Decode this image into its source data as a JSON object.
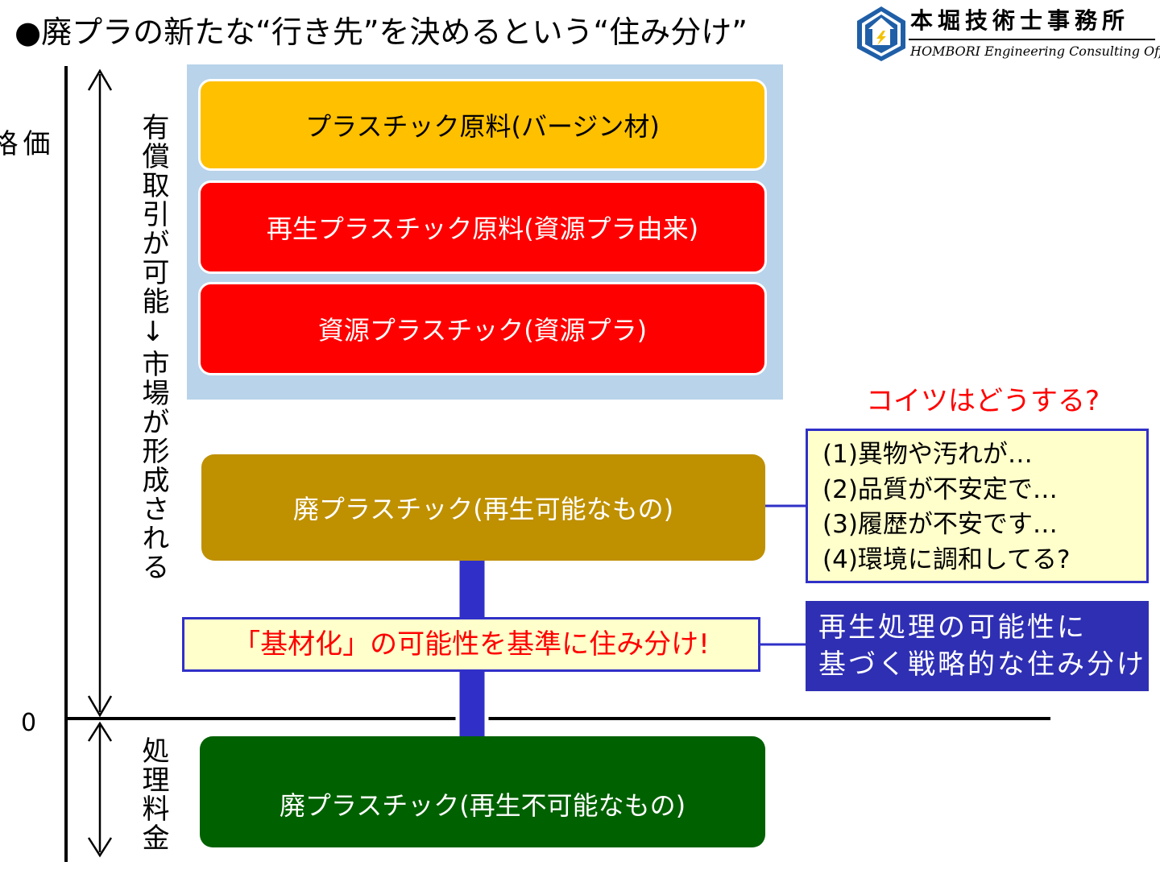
{
  "title": "●廃プラの新たな“行き先”を決めるという“住み分け”",
  "logo": {
    "name": "本堀技術士事務所",
    "subtitle": "HOMBORI Engineering Consulting Office",
    "icon": "house-lightning-icon"
  },
  "axis": {
    "y_label": "価格",
    "zero_label": "0",
    "upper_label": "有償取引が可能↓市場が形成される",
    "lower_label": "処理料金"
  },
  "categories": {
    "virgin": "プラスチック原料(バージン材)",
    "recycled_material": "再生プラスチック原料(資源プラ由来)",
    "resource_plastic": "資源プラスチック(資源プラ)",
    "recyclable_waste": "廃プラスチック(再生可能なもの)",
    "nonrecyclable_waste": "廃プラスチック(再生不可能なもの)"
  },
  "question": "コイツはどうする?",
  "issues": [
    "(1)異物や汚れが…",
    "(2)品質が不安定で…",
    "(3)履歴が不安です…",
    "(4)環境に調和してる?"
  ],
  "criterion": "「基材化」の可能性を基準に住み分け!",
  "strategy": {
    "line1": "再生処理の可能性に",
    "line2": "基づく戦略的な住み分け"
  },
  "colors": {
    "virgin": "#ffc000",
    "resource": "#ff0000",
    "recyclable": "#bf9000",
    "nonrecyclable": "#006100",
    "panel": "#b8d3ea",
    "arrow": "#3030c8",
    "note_bg": "#ffffcc",
    "strategy_bg": "#2f2fb4"
  }
}
